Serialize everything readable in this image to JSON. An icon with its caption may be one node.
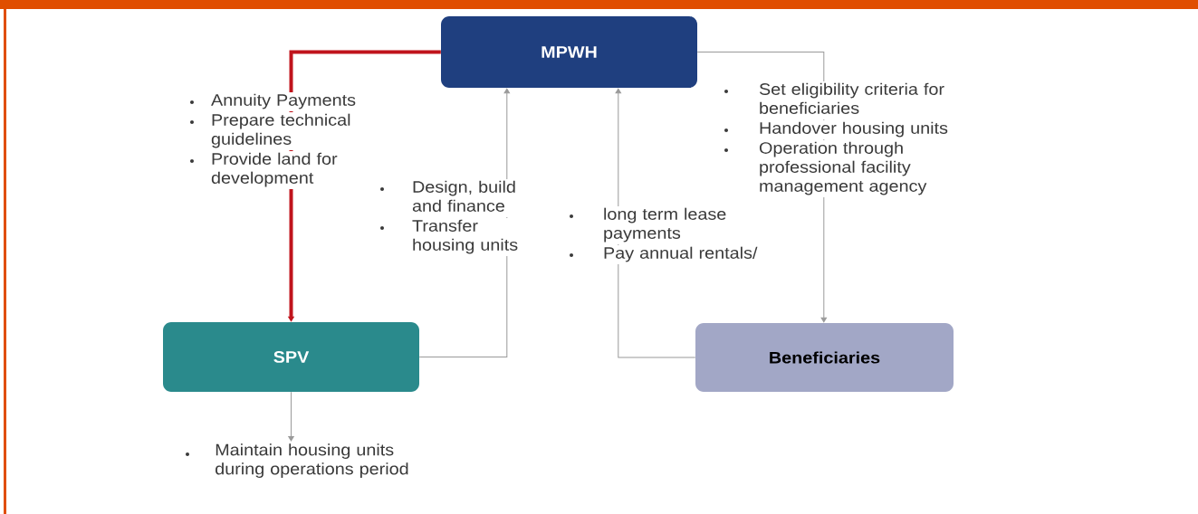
{
  "diagram": {
    "nodes": [
      {
        "text": [
          "MPWH"
        ]
      },
      {
        "text": [
          "SPV"
        ]
      },
      {
        "text": [
          "Beneficiaries"
        ]
      },
      {
        "text": [
          "Maintain housing units during operations period"
        ]
      }
    ],
    "edges": [
      {
        "from": 0,
        "to": 1,
        "arrow": "to",
        "style": "thick",
        "color": "#c0141c"
      },
      {
        "from": 1,
        "to": 0,
        "arrow": "to"
      },
      {
        "from": 2,
        "to": 0,
        "arrow": "to"
      },
      {
        "from": 0,
        "to": 2,
        "arrow": "to"
      },
      {
        "from": 1,
        "to": 3,
        "arrow": "to"
      }
    ],
    "labels": [
      "Annuity Payments",
      "Prepare technical guidelines",
      "Provide land for development",
      "Set eligibility criteria for beneficiaries",
      "Handover housing units",
      "Operation through professional facility management agency",
      "Design, build and finance",
      "Transfer housing units",
      "long term lease payments",
      "Pay annual rentals/"
    ]
  }
}
